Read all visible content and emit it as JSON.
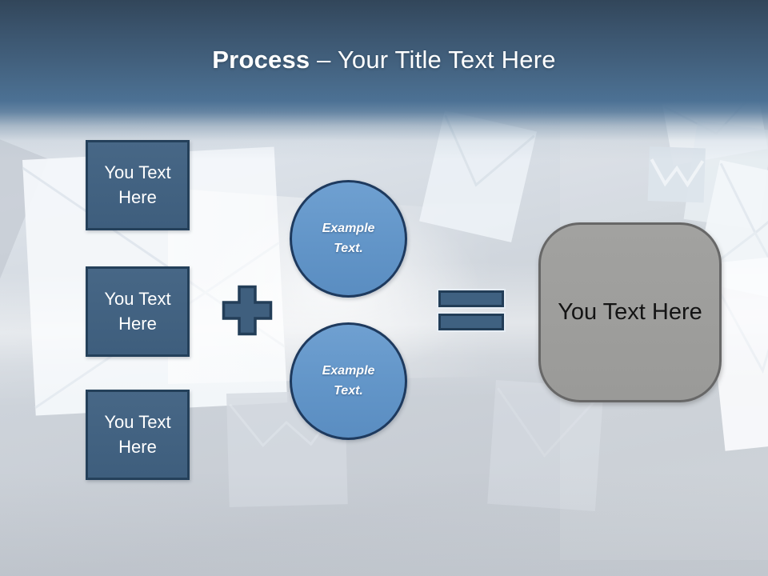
{
  "title": {
    "emphasis": "Process",
    "rest": "– Your Title Text Here"
  },
  "inputs": [
    {
      "label": "You Text Here"
    },
    {
      "label": "You Text Here"
    },
    {
      "label": "You Text Here"
    }
  ],
  "operators": [
    {
      "name": "plus",
      "symbol": "+"
    },
    {
      "name": "equals",
      "symbol": "="
    }
  ],
  "examples": [
    {
      "label": "Example Text."
    },
    {
      "label": "Example Text."
    }
  ],
  "result": {
    "label": "You Text Here"
  },
  "colors": {
    "header_top": "#32465A",
    "header_bottom": "#4C7194",
    "box_fill": "#40607F",
    "box_border": "#24405A",
    "circle_fill": "#6295C8",
    "circle_border": "#1E3A5E",
    "operator_fill": "#3F6181",
    "operator_border": "#223D57",
    "result_fill": "#9A9A98",
    "result_border": "#676767",
    "background": "#CDD3DA",
    "title_text": "#FFFFFF"
  }
}
